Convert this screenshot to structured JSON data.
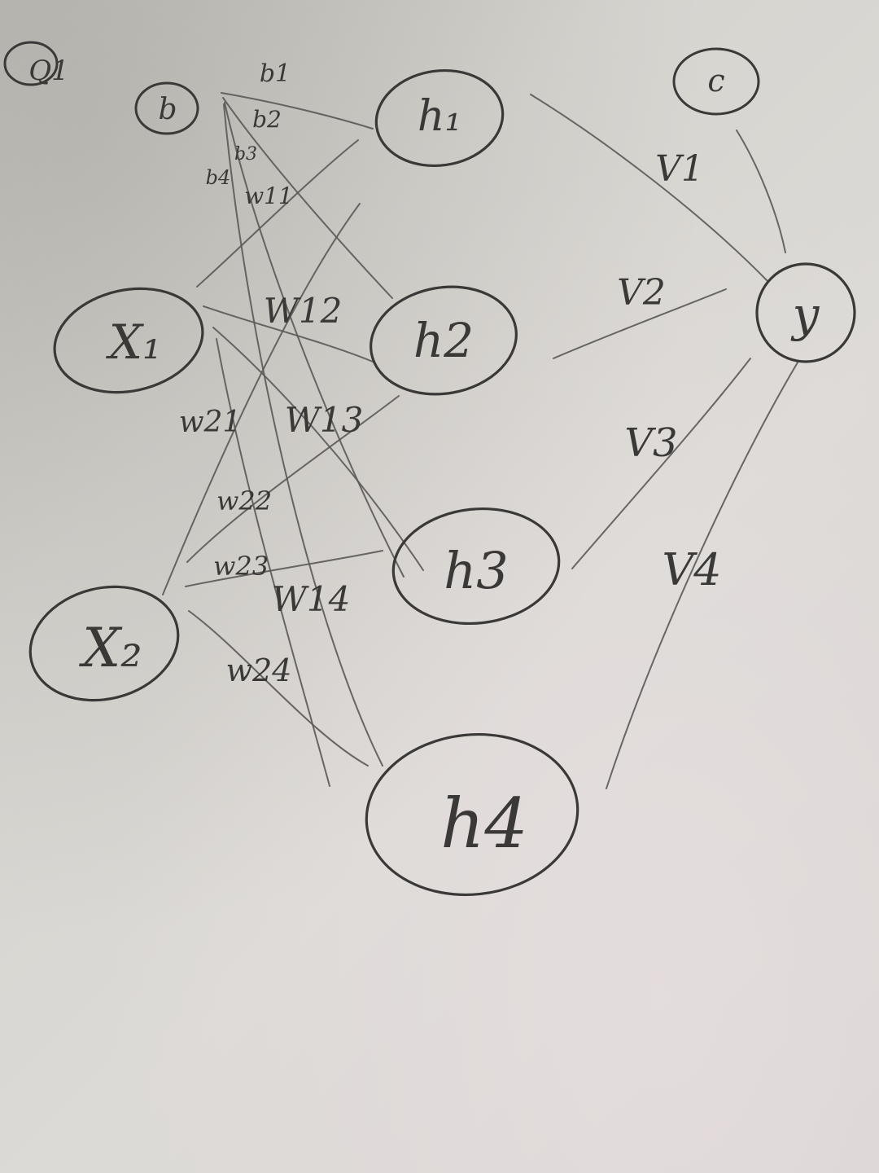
{
  "question": "Q1",
  "nodes": {
    "b": "b",
    "c": "c",
    "x1": "X₁",
    "x2": "X₂",
    "h1": "h₁",
    "h2": "h2",
    "h3": "h3",
    "h4": "h4",
    "y": "y"
  },
  "bias_labels": {
    "b1": "b1",
    "b2": "b2",
    "b3": "b3",
    "b4": "b4"
  },
  "weight_labels": {
    "w11": "w11",
    "w12": "W12",
    "w13": "W13",
    "w14": "W14",
    "w21": "w21",
    "w22": "w22",
    "w23": "w23",
    "w24": "w24"
  },
  "output_weights": {
    "v1": "V1",
    "v2": "V2",
    "v3": "V3",
    "v4": "V4"
  },
  "colors": {
    "ink": "#3a3938",
    "paper": "#d8d6d1"
  }
}
